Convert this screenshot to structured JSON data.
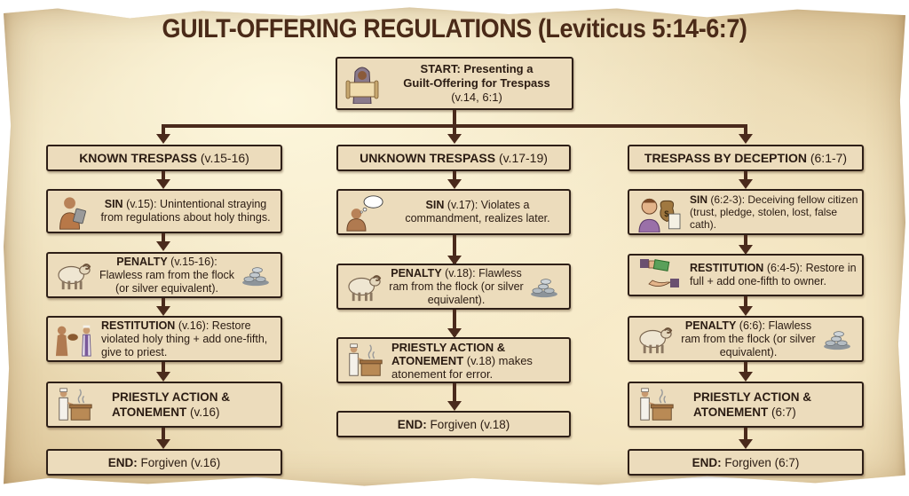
{
  "title": "GUILT-OFFERING REGULATIONS (Leviticus 5:14-6:7)",
  "start": {
    "label": "START: Presenting a",
    "line2": "Guilt-Offering for Trespass",
    "ref": "(v.14, 6:1)",
    "icon": "man-with-scroll-icon"
  },
  "columns": [
    {
      "heading_bold": "KNOWN TRESPASS",
      "heading_ref": "(v.15-16)",
      "steps": [
        {
          "bold": "SIN",
          "text": " (v.15): Unintentional straying from regulations about holy things.",
          "icon": "man-reading-tablet-icon"
        },
        {
          "bold": "PENALTY",
          "text": " (v.15-16): Flawless ram from the flock (or silver equivalent).",
          "icon": "ram-icon",
          "icon_right": "silver-coins-icon"
        },
        {
          "bold": "RESTITUTION",
          "text": " (v.16): Restore violated holy thing + add one-fifth, give to priest.",
          "icon": "giving-to-priest-icon"
        },
        {
          "bold": "PRIESTLY ACTION & ATONEMENT",
          "text": " (v.16)",
          "icon": "priest-at-altar-icon"
        },
        {
          "bold": "END:",
          "text": " Forgiven (v.16)"
        }
      ]
    },
    {
      "heading_bold": "UNKNOWN TRESPASS",
      "heading_ref": "(v.17-19)",
      "steps": [
        {
          "bold": "SIN",
          "text": " (v.17): Violates a commandment, realizes later.",
          "icon": "thinking-man-icon"
        },
        {
          "bold": "PENALTY",
          "text": " (v.18): Flawless ram from the flock (or silver equivalent).",
          "icon": "ram-icon",
          "icon_right": "silver-coins-icon"
        },
        {
          "bold": "PRIESTLY ACTION & ATONEMENT",
          "text": " (v.18) makes atonement for error.",
          "icon": "priest-at-altar-icon"
        },
        {
          "bold": "END:",
          "text": " Forgiven (v.18)"
        }
      ]
    },
    {
      "heading_bold": "TRESPASS BY DECEPTION",
      "heading_ref": "(6:1-7)",
      "steps": [
        {
          "bold": "SIN",
          "text": " (6:2-3): Deceiving fellow citizen (trust, pledge, stolen, lost, false cath).",
          "icon": "deceiver-money-bag-icon"
        },
        {
          "bold": "RESTITUTION",
          "text": " (6:4-5): Restore in full + add one-fifth to owner.",
          "icon": "hands-exchanging-money-icon"
        },
        {
          "bold": "PENALTY",
          "text": " (6:6): Flawless ram from the flock (or silver equivalent).",
          "icon": "ram-icon",
          "icon_right": "silver-coins-icon"
        },
        {
          "bold": "PRIESTLY ACTION & ATONEMENT",
          "text": " (6:7)",
          "icon": "priest-at-altar-icon"
        },
        {
          "bold": "END:",
          "text": " Forgiven (6:7)"
        }
      ]
    }
  ],
  "colors": {
    "parchment": "#ecdcbc",
    "title": "#4a2a18",
    "border": "#2e1f17",
    "connector": "#4a2a1c"
  }
}
